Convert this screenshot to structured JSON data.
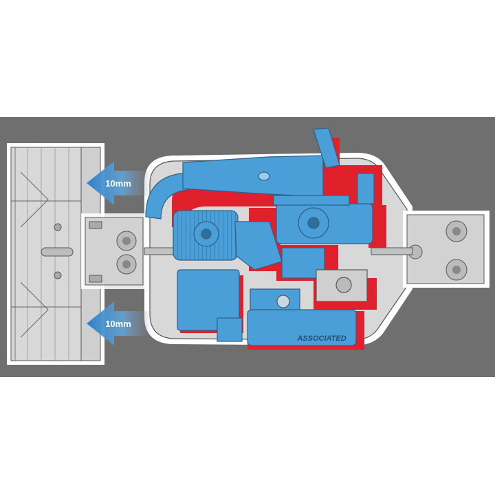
{
  "diagram": {
    "arrows": [
      {
        "label": "10mm"
      },
      {
        "label": "10mm"
      }
    ],
    "brand_logo": "ASSOCIATED"
  },
  "colors": {
    "background": "#ffffff",
    "panel": "#6f6f6f",
    "chassis": "#d8d8d8",
    "chassis_outline": "#ffffff",
    "part_blue": "#4a9fd8",
    "part_red": "#e0212b",
    "line_dark": "#555555",
    "arrow_blue": "#2f7fc4"
  },
  "icons": [
    "blue-arrow-icon",
    "associated-logo"
  ]
}
